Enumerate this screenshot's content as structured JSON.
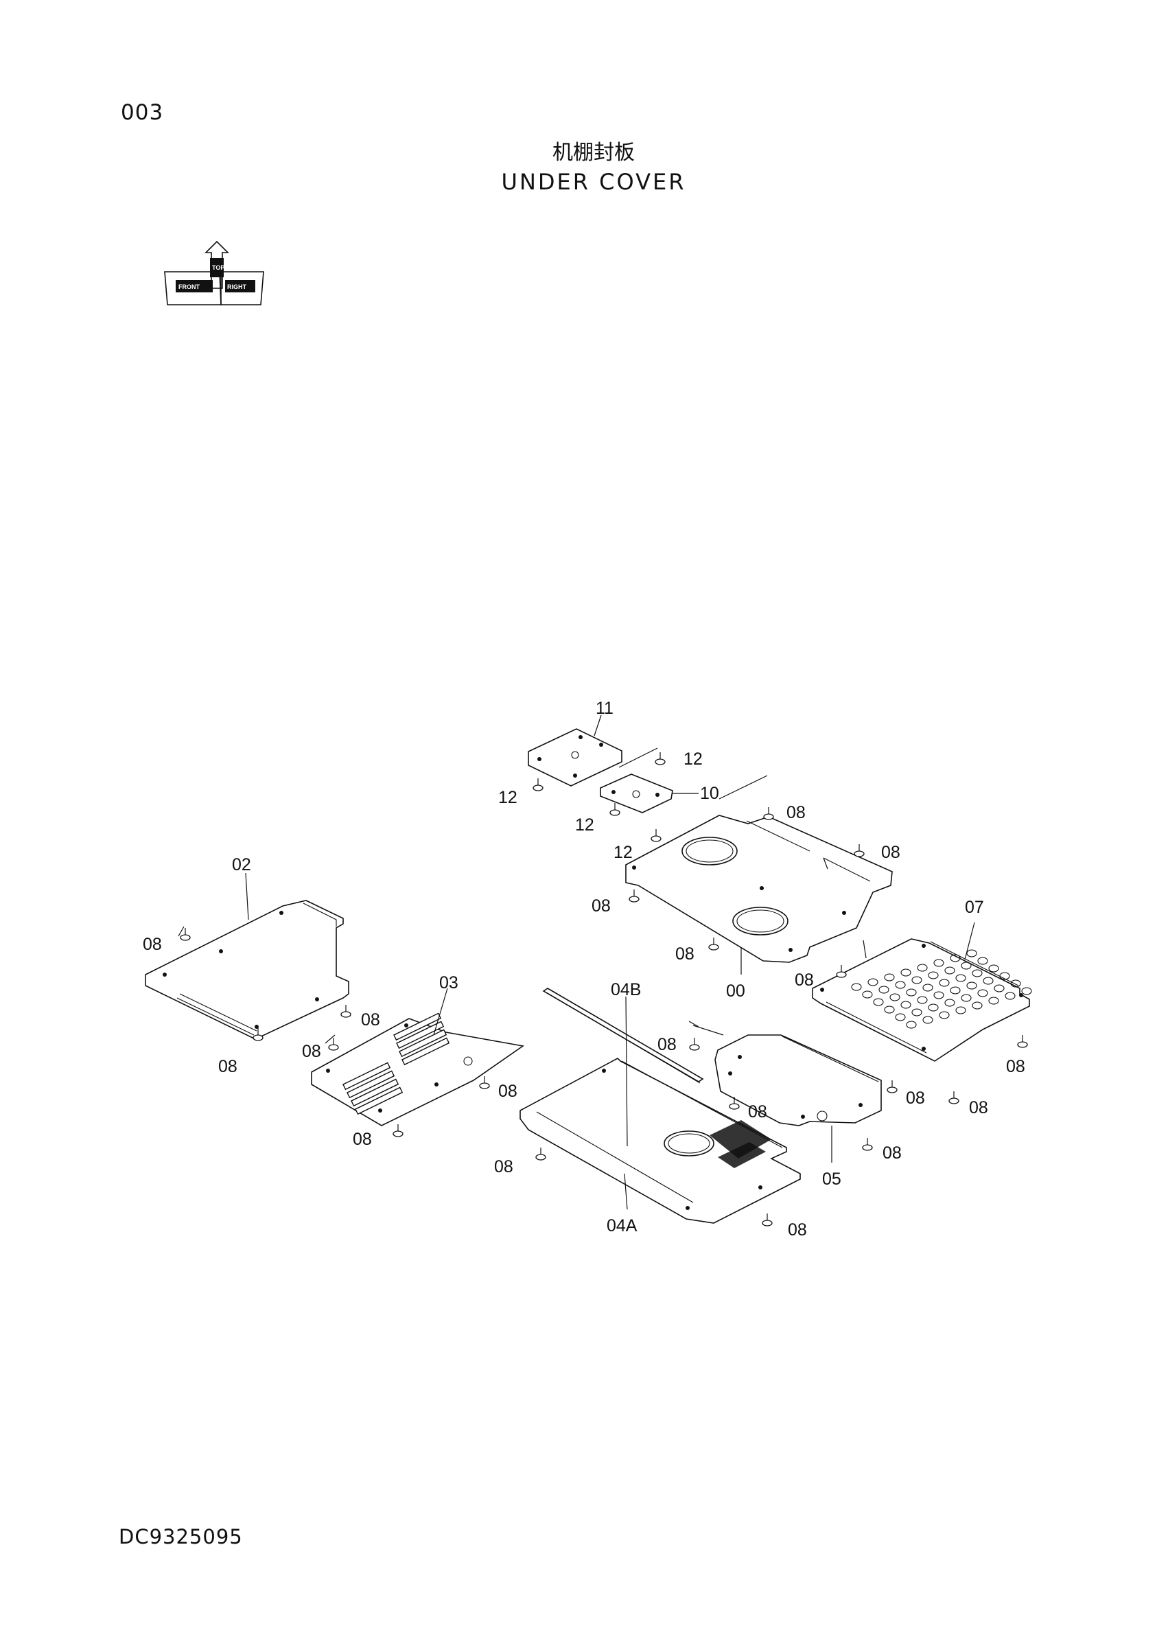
{
  "page_number": "003",
  "title_cn": "机棚封板",
  "title_en": "UNDER COVER",
  "doc_code": "DC9325095",
  "orientation_icon": {
    "labels": [
      "FRONT",
      "TOP",
      "RIGHT"
    ]
  },
  "part_labels": {
    "p11": "11",
    "p12a": "12",
    "p12b": "12",
    "p12c": "12",
    "p12d": "12",
    "p10": "10",
    "p02": "02",
    "p03": "03",
    "p00": "00",
    "p07": "07",
    "p04b": "04B",
    "p04a": "04A",
    "p05": "05",
    "p08": "08"
  }
}
